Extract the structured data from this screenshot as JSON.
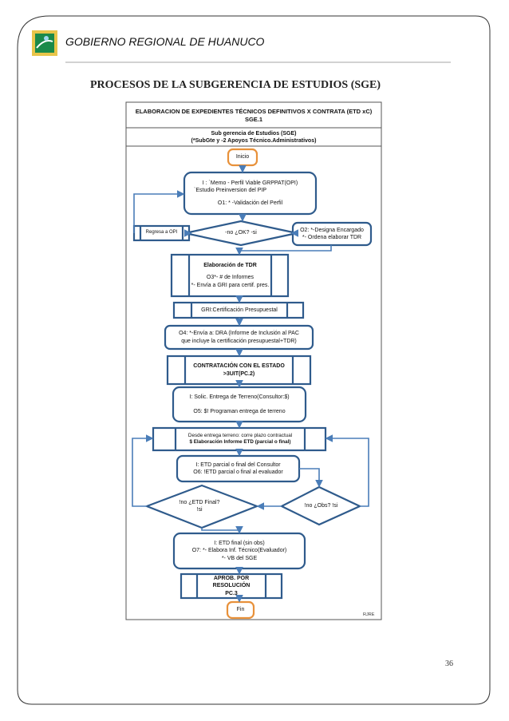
{
  "header": {
    "organization": "GOBIERNO REGIONAL DE HUANUCO",
    "logo": "gobierno-regional-huanuco-logo"
  },
  "heading": "PROCESOS DE LA SUBGERENCIA DE ESTUDIOS (SGE)",
  "table": {
    "title_line1": "ELABORACION DE EXPEDIENTES TÉCNICOS DEFINITIVOS X CONTRATA (ETD xC)",
    "title_line2": "SGE.1",
    "unit_line1": "Sub gerencia de Estudios (SGE)",
    "unit_line2": "(*SubGte y -2 Apoyos Técnico.Administrativos)"
  },
  "flow": {
    "start": "Inicio",
    "step1": [
      "I : `Memo - Perfil Viable GRPPAT(OPI)",
      "`Estudio Preinversion del PIP",
      "O1: * -Validación del Perfil"
    ],
    "decision_ok": "-no ¿OK? -si",
    "return_opi": "Regresa a OPI",
    "step_o2": [
      "O2: *-Designa Encargado",
      "*- Ordena elaborar TDR"
    ],
    "tdr": [
      "Elaboración de TDR",
      "O3*- # de Informes",
      "*- Envía a GRI para certif. pres."
    ],
    "gri": "GRI:Certificación Presupuestal",
    "o4": [
      "O4: *-Envía a: DRA (Informe de Inclusión al PAC",
      "que incluye la certificación presupuestal+TDR)"
    ],
    "contratacion": [
      "CONTRATACIÓN CON EL ESTADO",
      ">3UIT(PC.2)"
    ],
    "solic": [
      "I: Solic. Entrega de Terreno(Consultor:$)",
      "O5: $! Programan entrega de terreno"
    ],
    "desde": [
      "Desde entrega terreno: corre plazo contractual",
      "$ Elaboración Informe ETD (parcial o final)"
    ],
    "etd_parcial": [
      "I: ETD parcial o final del Consultor",
      "O6: !ETD parcial o final al evaluador"
    ],
    "decision_final": [
      "!no ¿ETD Final?",
      "!si"
    ],
    "decision_obs": "!no ¿Obs? !si",
    "etd_final": [
      "I: ETD final (sin obs)",
      "O7: *- Elabora Inf. Técnico(Evaluador)",
      "*- VB del SGE"
    ],
    "aprob": [
      "APROB. POR RESOLUCIÓN",
      "PC.3"
    ],
    "end": "Fin",
    "author": "RJRE"
  },
  "page_number": "36",
  "colors": {
    "flow_blue": "#2F5B8C",
    "arrow_blue": "#4A7DB8",
    "terminal_orange": "#E8913A",
    "frame": "#333333"
  }
}
